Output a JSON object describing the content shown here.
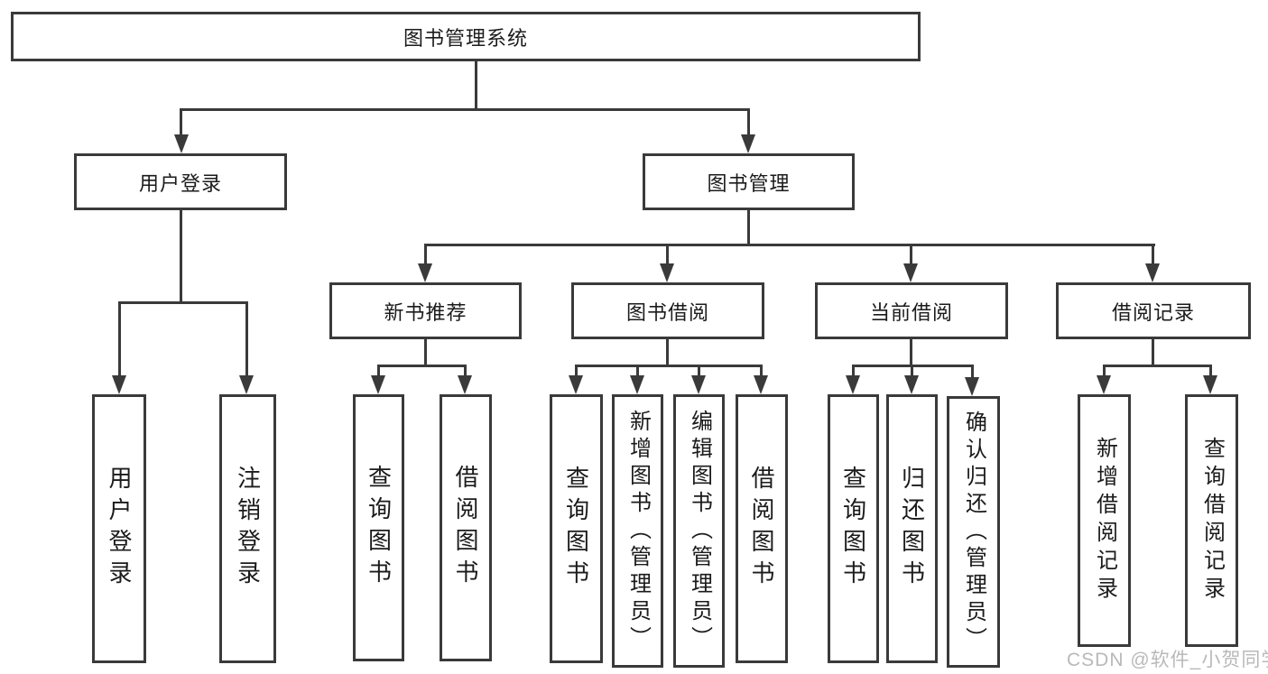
{
  "diagram": {
    "root": {
      "label": "图书管理系统"
    },
    "login": {
      "label": "用户登录",
      "children": [
        {
          "label": "用户登录"
        },
        {
          "label": "注销登录"
        }
      ]
    },
    "manage": {
      "label": "图书管理",
      "groups": [
        {
          "label": "新书推荐",
          "children": [
            {
              "label": "查询图书"
            },
            {
              "label": "借阅图书"
            }
          ]
        },
        {
          "label": "图书借阅",
          "children": [
            {
              "label": "查询图书"
            },
            {
              "label": "新增图书（管理员）"
            },
            {
              "label": "编辑图书（管理员）"
            },
            {
              "label": "借阅图书"
            }
          ]
        },
        {
          "label": "当前借阅",
          "children": [
            {
              "label": "查询图书"
            },
            {
              "label": "归还图书"
            },
            {
              "label": "确认归还（管理员）"
            }
          ]
        },
        {
          "label": "借阅记录",
          "children": [
            {
              "label": "新增借阅记录"
            },
            {
              "label": "查询借阅记录"
            }
          ]
        }
      ]
    }
  },
  "watermark": {
    "text": "CSDN @软件_小贺同学"
  },
  "colors": {
    "line": "#3a3a3a",
    "text": "#1b1b1b",
    "box_fill": "#ffffff",
    "background": "#ffffff",
    "watermark": "#b9b9b9"
  }
}
